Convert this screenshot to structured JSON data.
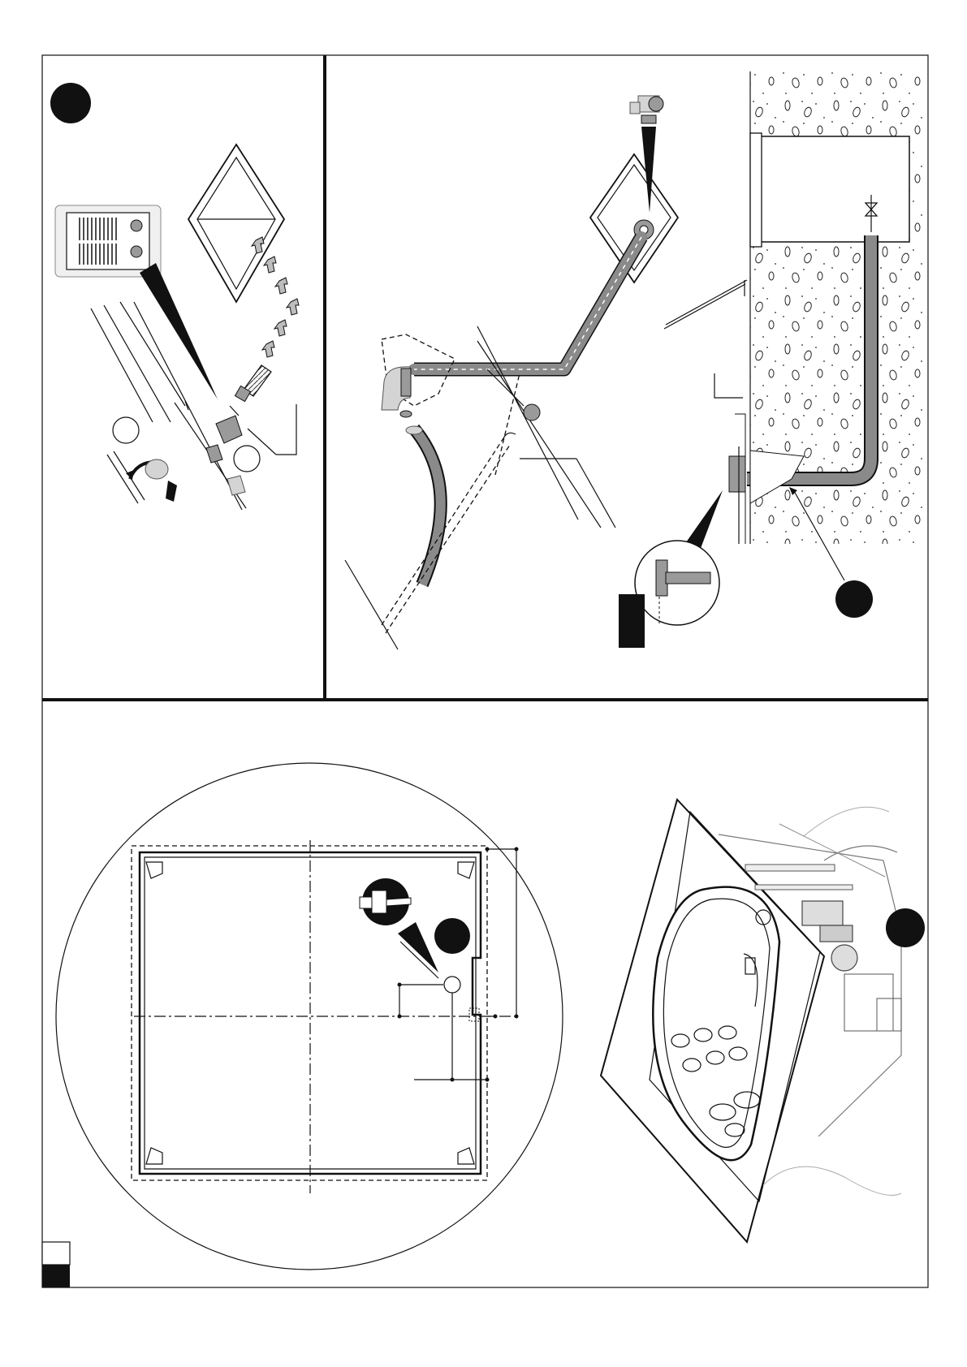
{
  "figure": {
    "panels": [
      "installation-step-left",
      "plumbing-connection",
      "floor-plan",
      "bathtub-3d"
    ],
    "step_markers": [
      "black-circle",
      "black-circle",
      "black-circle",
      "black-circle"
    ],
    "callout_circles": [
      "empty-circle",
      "empty-circle"
    ],
    "colors": {
      "line": "#111111",
      "pipe": "#8a8a8a",
      "shade": "#d4d4d4",
      "marker": "#111111"
    },
    "icons": [
      "valve-icon",
      "fitting-icon",
      "hose-icon",
      "filter-icon",
      "arrow-icon",
      "rotate-arrow-icon"
    ]
  }
}
